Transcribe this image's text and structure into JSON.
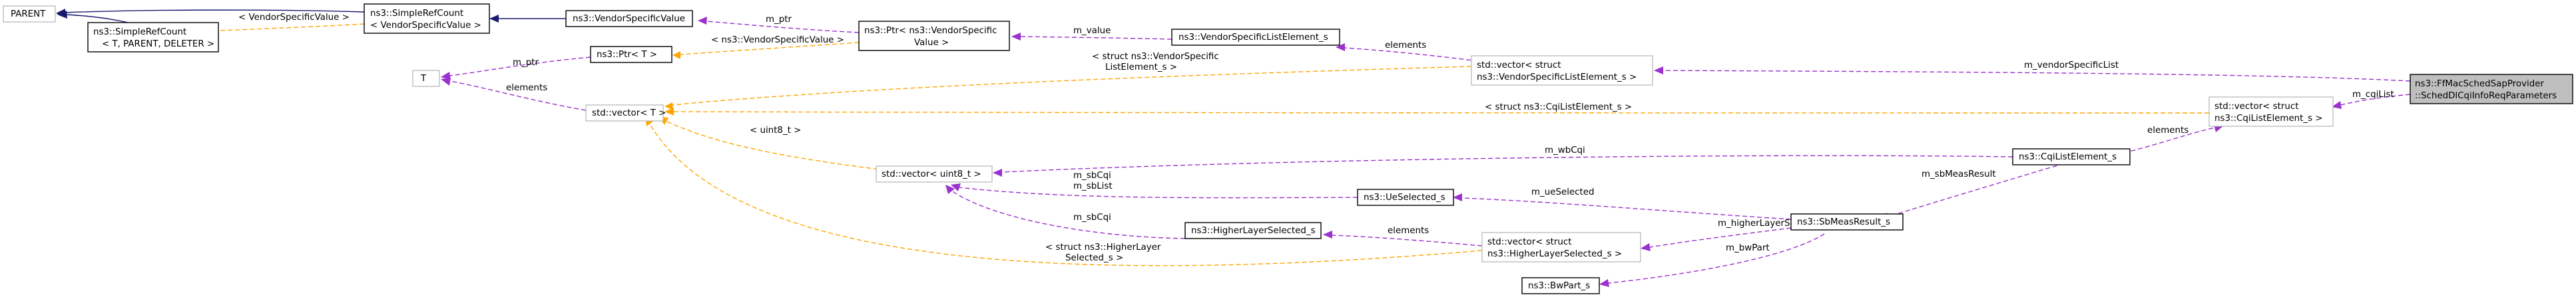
{
  "nodes": {
    "parent": [
      "PARENT"
    ],
    "simpleRefCountT": [
      "ns3::SimpleRefCount",
      "< T, PARENT, DELETER >"
    ],
    "simpleRefCountVSV": [
      "ns3::SimpleRefCount",
      "< VendorSpecificValue >"
    ],
    "vendorSpecificValue": [
      "ns3::VendorSpecificValue"
    ],
    "ptrT": [
      "ns3::Ptr< T >"
    ],
    "ptrVSV": [
      "ns3::Ptr< ns3::VendorSpecific",
      "Value >"
    ],
    "vsListElement": [
      "ns3::VendorSpecificListElement_s"
    ],
    "t": [
      "T"
    ],
    "vectorT": [
      "std::vector< T >"
    ],
    "vectorVSList": [
      "std::vector< struct",
      "ns3::VendorSpecificListElement_s >"
    ],
    "focus": [
      "ns3::FfMacSchedSapProvider",
      "::SchedDlCqiInfoReqParameters"
    ],
    "vectorCqiList": [
      "std::vector< struct",
      "ns3::CqiListElement_s >"
    ],
    "cqiListElement": [
      "ns3::CqiListElement_s"
    ],
    "vectorUint8": [
      "std::vector< uint8_t >"
    ],
    "ueSelected": [
      "ns3::UeSelected_s"
    ],
    "sbMeasResult": [
      "ns3::SbMeasResult_s"
    ],
    "higherLayerSelected": [
      "ns3::HigherLayerSelected_s"
    ],
    "vectorHigherLayer": [
      "std::vector< struct",
      "ns3::HigherLayerSelected_s >"
    ],
    "bwPart": [
      "ns3::BwPart_s"
    ]
  },
  "edges": {
    "scrT_parent": [],
    "scrVSV_parent": [],
    "vsv_scrVSV": [],
    "scrT_scrVSV": [
      "< VendorSpecificValue >"
    ],
    "vsv_ptrVSV": [
      "m_ptr"
    ],
    "ptrT_ptrVSV": [
      "< ns3::VendorSpecificValue >"
    ],
    "ptrVSV_vsList": [
      "m_value"
    ],
    "t_ptrT": [
      "m_ptr"
    ],
    "t_vectorT": [
      "elements"
    ],
    "vsList_vectorVSList": [
      "elements"
    ],
    "vectorT_vectorVSList": [
      "< struct ns3::VendorSpecific",
      "ListElement_s >"
    ],
    "vectorVSList_focus": [
      "m_vendorSpecificList"
    ],
    "vectorT_vectorCqi": [
      "< struct ns3::CqiListElement_s >"
    ],
    "vectorCqi_focus": [
      "m_cqiList"
    ],
    "cqiElem_vectorCqi": [
      "elements"
    ],
    "vectorT_vectorUint8": [
      "< uint8_t >"
    ],
    "vectorUint8_cqiElem": [
      "m_wbCqi"
    ],
    "sbMeas_cqiElem": [
      "m_sbMeasResult"
    ],
    "vectorUint8_ueSel": [
      "m_sbCqi",
      "m_sbList"
    ],
    "vectorUint8_hlSel": [
      "m_sbCqi"
    ],
    "ueSel_sbMeas": [
      "m_ueSelected"
    ],
    "hlSel_vectorHL": [
      "elements"
    ],
    "vectorT_vectorHL": [
      "< struct ns3::HigherLayer",
      "Selected_s >"
    ],
    "vectorHL_sbMeas": [
      "m_higherLayerSelected"
    ],
    "bwPart_sbMeas": [
      "m_bwPart"
    ]
  },
  "colors": {
    "inheritance": "#191970",
    "usage": "#9a32cd",
    "template": "#ffa500",
    "focus_fill": "#bfbfbf",
    "external_border": "#bfbfbf"
  }
}
